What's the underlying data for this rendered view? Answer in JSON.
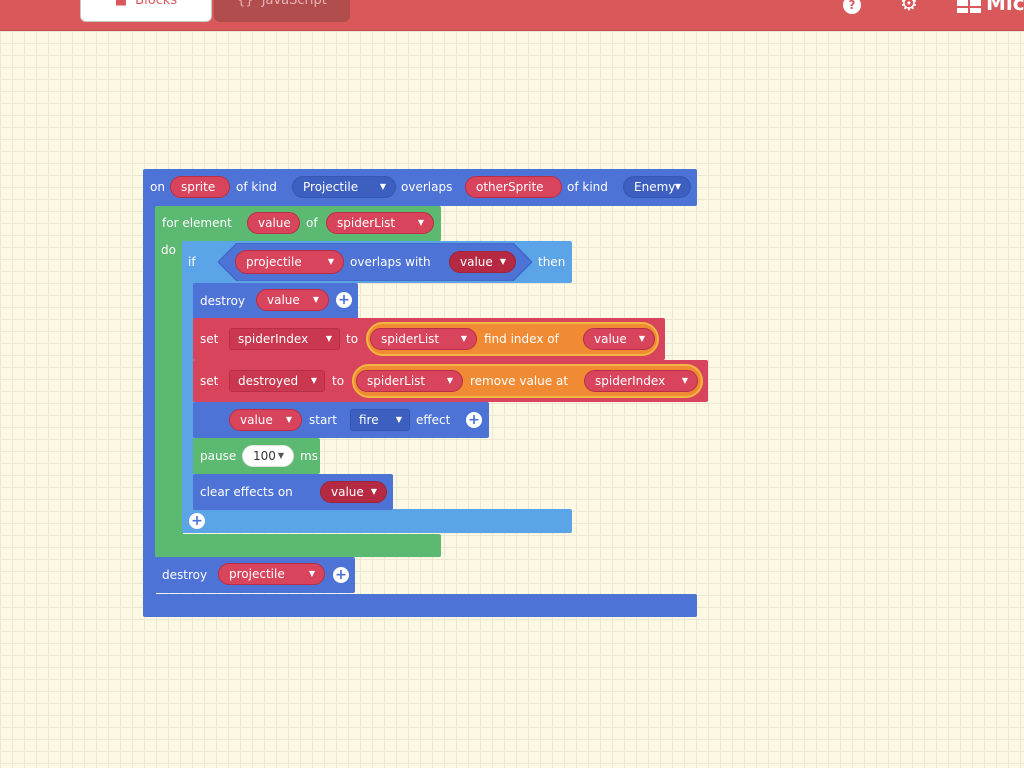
{
  "header": {
    "tabs": [
      {
        "label": "Blocks",
        "icon": "blocks-icon"
      },
      {
        "label": "JavaScript",
        "icon": "code-braces-icon"
      }
    ],
    "brand_text": "Mic"
  },
  "blocks": {
    "event": {
      "on": "on",
      "sprite": "sprite",
      "of_kind_1": "of kind",
      "kind_1": "Projectile",
      "overlaps": "overlaps",
      "other_sprite": "otherSprite",
      "of_kind_2": "of kind",
      "kind_2": "Enemy"
    },
    "for_loop": {
      "for_element": "for element",
      "value": "value",
      "of": "of",
      "list": "spiderList",
      "do": "do"
    },
    "if_block": {
      "if": "if",
      "sprite": "projectile",
      "overlaps_with": "overlaps with",
      "target": "value",
      "then": "then"
    },
    "destroy_value": {
      "label": "destroy",
      "arg": "value"
    },
    "set_index": {
      "set": "set",
      "variable": "spiderIndex",
      "to": "to",
      "list": "spiderList",
      "op": "find index of",
      "arg": "value"
    },
    "set_destroyed": {
      "set": "set",
      "variable": "destroyed",
      "to": "to",
      "list": "spiderList",
      "op": "remove value at",
      "arg": "spiderIndex"
    },
    "effect": {
      "sprite": "value",
      "start": "start",
      "effect_name": "fire",
      "effect": "effect"
    },
    "pause": {
      "label": "pause",
      "value": "100",
      "unit": "ms"
    },
    "clear_effects": {
      "label": "clear effects on",
      "arg": "value"
    },
    "destroy_projectile": {
      "label": "destroy",
      "arg": "projectile"
    }
  },
  "colors": {
    "header": "#d9595a",
    "sprites_blue": "#4e73d6",
    "loops_green": "#5cb971",
    "logic_lightblue": "#5ba4e8",
    "variables_red": "#d9445d",
    "arrays_orange": "#f08a33",
    "workspace": "#fdf8e4"
  }
}
